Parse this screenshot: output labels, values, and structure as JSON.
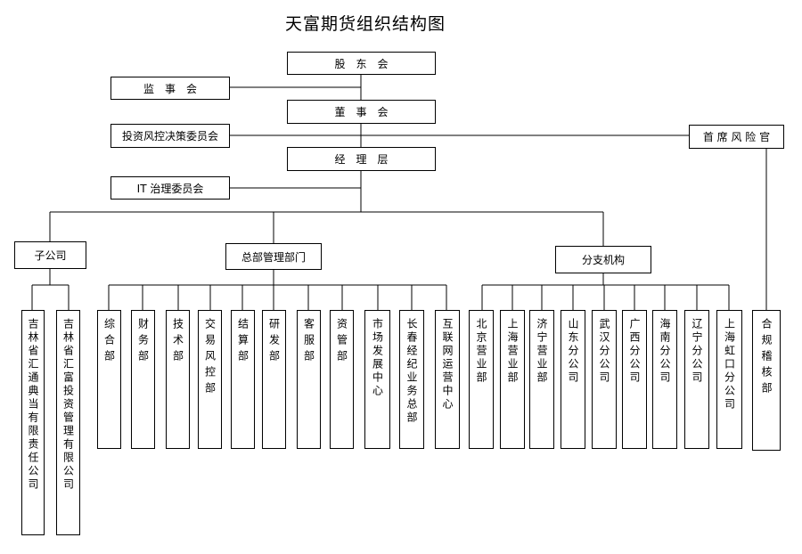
{
  "title": "天富期货组织结构图",
  "top": {
    "shareholders": "股　东　会",
    "supervisors": "监　事　会",
    "board": "董　事　会",
    "risk_committee": "投资风控决策委员会",
    "management": "经　理　层",
    "it_committee": "IT 治理委员会",
    "chief_risk": "首 席 风 险 官"
  },
  "groups": {
    "subsidiary": "子公司",
    "hq": "总部管理部门",
    "branch": "分支机构"
  },
  "subsidiaries": [
    "吉林省汇通典当有限责任公司",
    "吉林省汇富投资管理有限公司"
  ],
  "hq_depts": [
    "综合部",
    "财务部",
    "技术部",
    "交易风控部",
    "结算部",
    "研发部",
    "客服部",
    "资管部",
    "市场发展中心",
    "长春经纪业务总部",
    "互联网运营中心"
  ],
  "branches": [
    "北京营业部",
    "上海营业部",
    "济宁营业部",
    "山东分公司",
    "武汉分公司",
    "广西分公司",
    "海南分公司",
    "辽宁分公司",
    "上海虹口分公司"
  ],
  "compliance": "合规稽核部"
}
